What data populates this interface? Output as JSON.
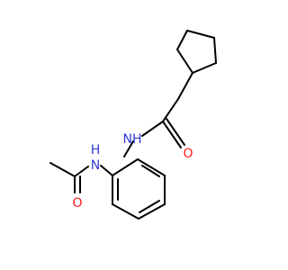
{
  "colors": {
    "background": "#ffffff",
    "bond": "#000000",
    "nitrogen": "#2f3bd6",
    "oxygen": "#ff1a1a"
  },
  "atoms": {
    "amide_nh_label": "NH",
    "amide_nh_h": "H",
    "amide_o_label": "O",
    "acetamide_nh_label": "N",
    "acetamide_nh_h": "H",
    "acetamide_o_label": "O"
  }
}
